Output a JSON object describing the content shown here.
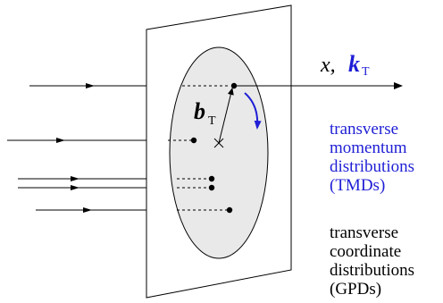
{
  "labels": {
    "x_var": "x,",
    "k_main": "k",
    "k_sub": "T",
    "b_main": "b",
    "b_sub": "T"
  },
  "captions": {
    "tmd": [
      "transverse",
      "momentum",
      "distributions",
      "(TMDs)"
    ],
    "gpd": [
      "transverse",
      "coordinate",
      "distributions",
      "(GPDs)"
    ]
  },
  "colors": {
    "ink": "#000000",
    "accent": "#1f1fd6",
    "ellipse_fill": "#e9e9e9",
    "plane_fill": "#ffffff"
  }
}
